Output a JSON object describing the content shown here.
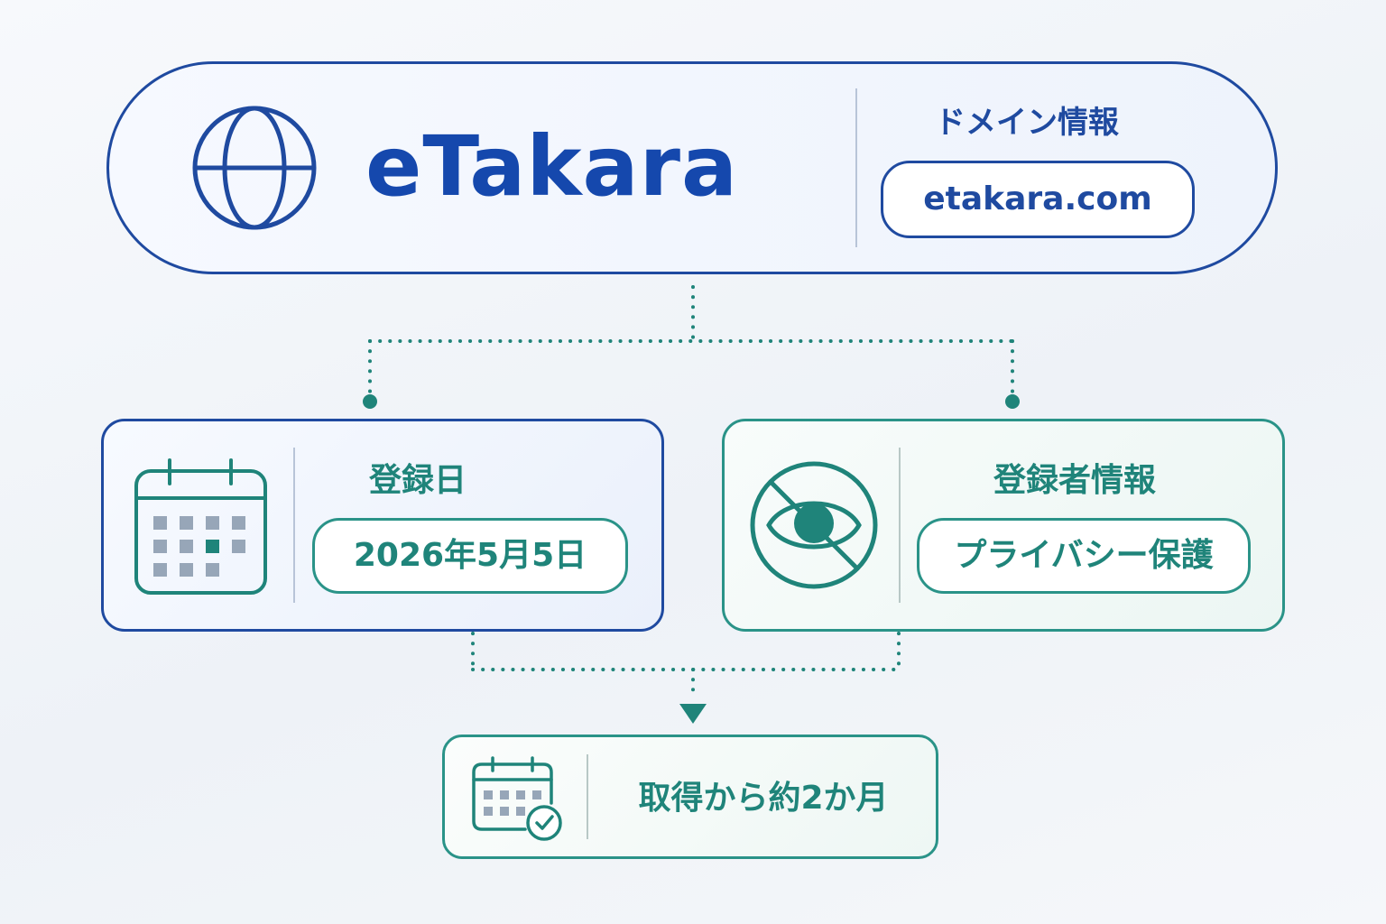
{
  "header": {
    "brand": "eTakara",
    "domain_info_label": "ドメイン情報",
    "domain_value": "etakara.com",
    "icon": "globe-icon"
  },
  "registration_date": {
    "label": "登録日",
    "value": "2026年5月5日",
    "icon": "calendar-icon"
  },
  "registrant_info": {
    "label": "登録者情報",
    "value": "プライバシー保護",
    "icon": "eye-slash-icon"
  },
  "result": {
    "text": "取得から約2か月",
    "icon": "calendar-check-icon"
  },
  "colors": {
    "navy": "#1f4aa0",
    "brand_blue": "#1548ad",
    "teal": "#1f847a",
    "teal_border": "#2a9388"
  }
}
